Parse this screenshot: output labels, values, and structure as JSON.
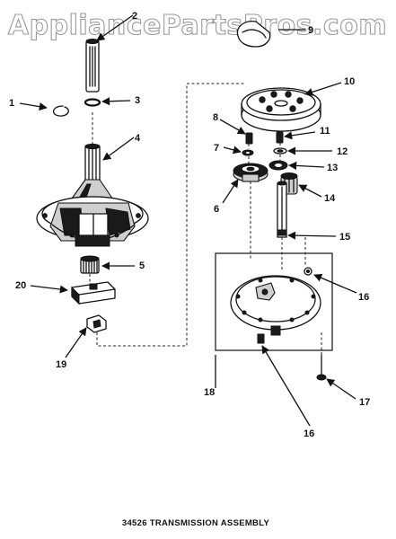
{
  "watermark": "AppliancePartsPros.com",
  "caption": "34526 TRANSMISSION ASSEMBLY",
  "callouts": {
    "c1": "1",
    "c2": "2",
    "c3": "3",
    "c4": "4",
    "c5": "5",
    "c6": "6",
    "c7": "7",
    "c8": "8",
    "c9": "9",
    "c10": "10",
    "c11": "11",
    "c12": "12",
    "c13": "13",
    "c14": "14",
    "c15": "15",
    "c16a": "16",
    "c16b": "16",
    "c17": "17",
    "c18": "18",
    "c19": "19",
    "c20": "20"
  }
}
